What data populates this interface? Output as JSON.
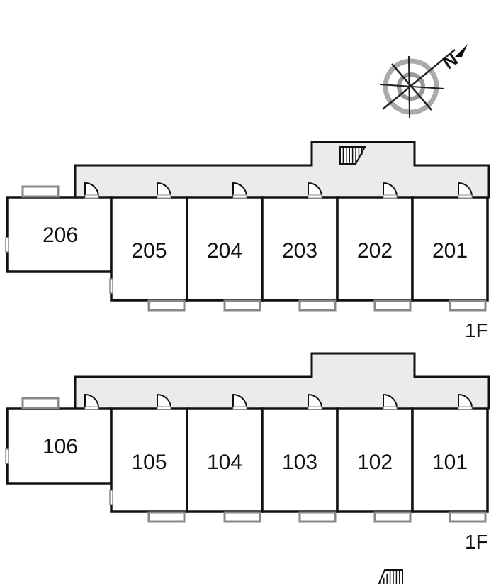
{
  "compass": {
    "north_label": "N"
  },
  "floors": [
    {
      "label": "1F",
      "units": [
        "206",
        "205",
        "204",
        "203",
        "202",
        "201"
      ]
    },
    {
      "label": "1F",
      "units": [
        "106",
        "105",
        "104",
        "103",
        "102",
        "101"
      ]
    }
  ],
  "colors": {
    "corridor": "#ebebeb",
    "wall": "#111111",
    "window": "#888888"
  }
}
